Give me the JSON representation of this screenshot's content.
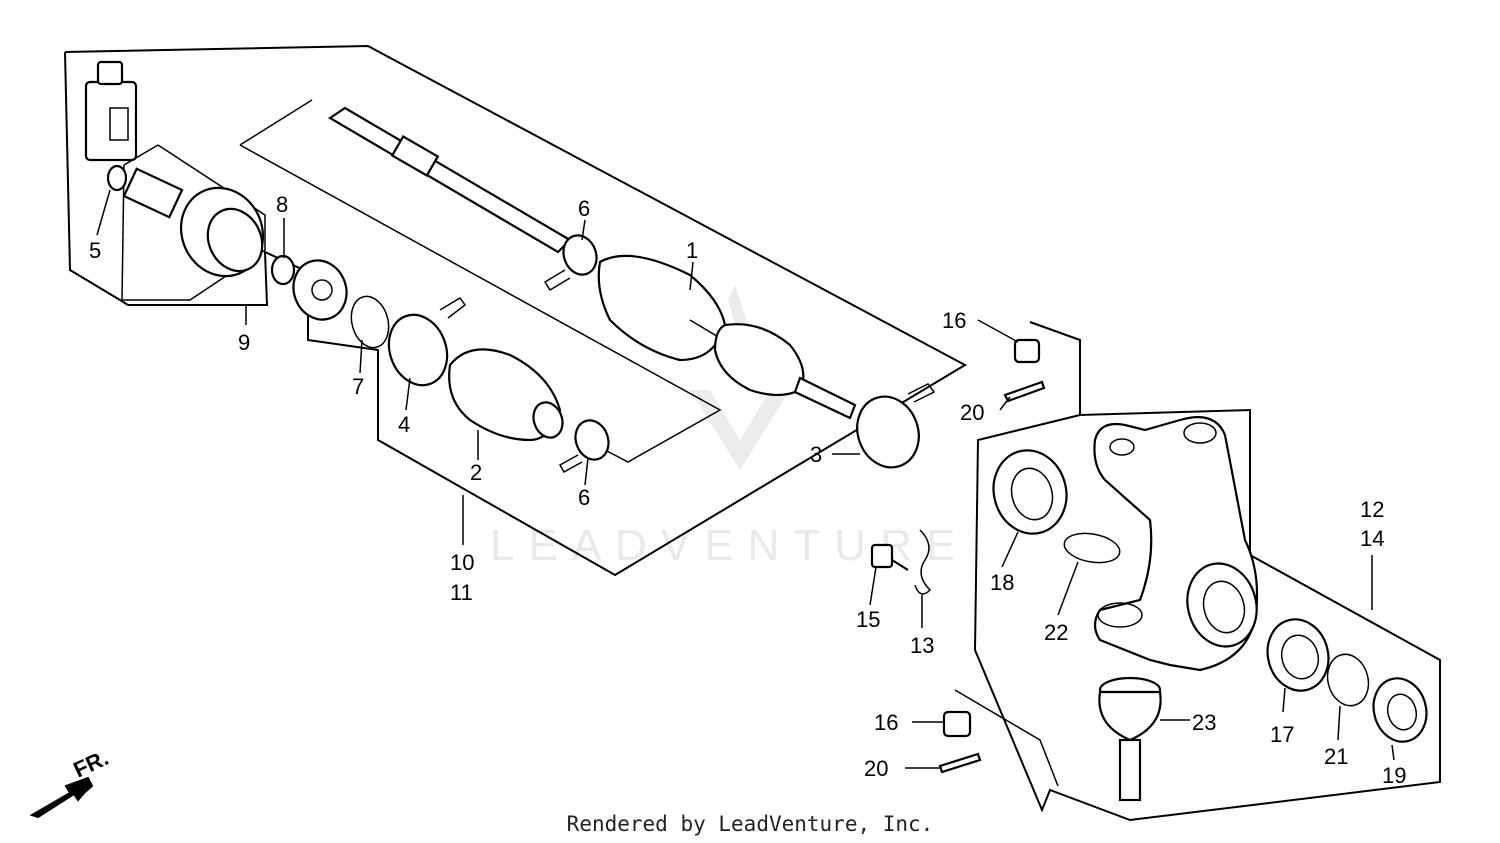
{
  "diagram": {
    "watermark": "LEADVENTURE",
    "credit": "Rendered by LeadVenture, Inc.",
    "direction_label": "FR.",
    "callouts": {
      "c1": "1",
      "c2": "2",
      "c3": "3",
      "c4": "4",
      "c5": "5",
      "c6a": "6",
      "c6b": "6",
      "c7": "7",
      "c8": "8",
      "c9": "9",
      "c10": "10",
      "c11": "11",
      "c12": "12",
      "c13": "13",
      "c14": "14",
      "c15": "15",
      "c16a": "16",
      "c16b": "16",
      "c17": "17",
      "c18": "18",
      "c19": "19",
      "c20a": "20",
      "c20b": "20",
      "c21": "21",
      "c22": "22",
      "c23": "23"
    }
  }
}
